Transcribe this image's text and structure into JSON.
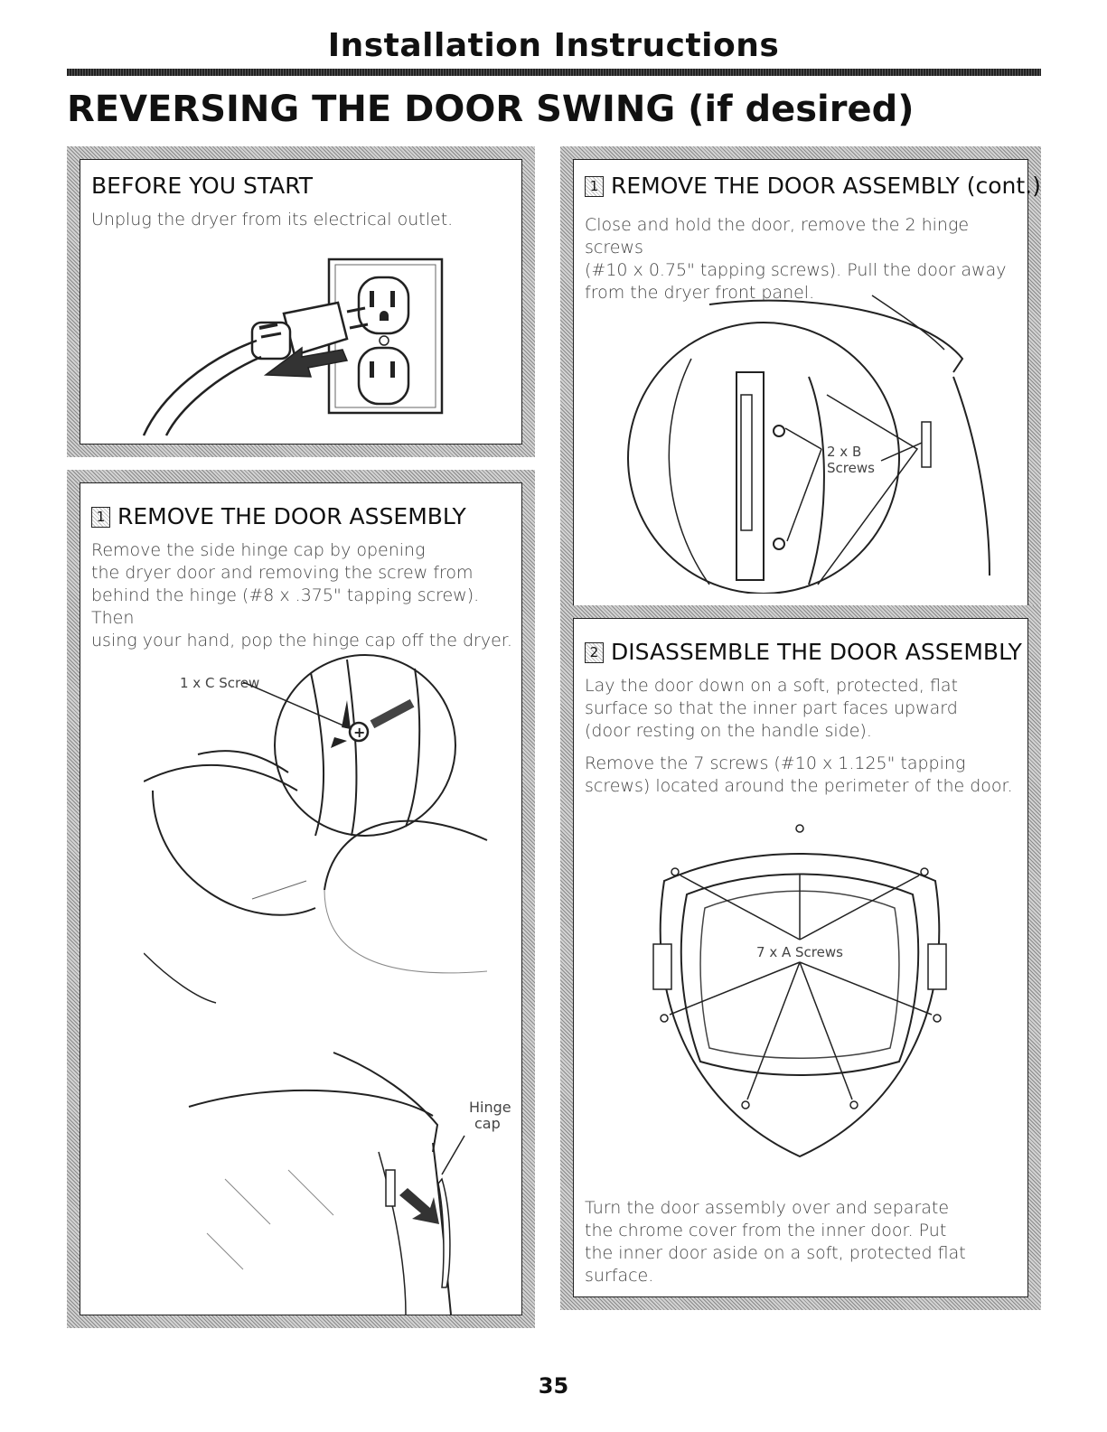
{
  "header": {
    "title": "Installation Instructions",
    "heading": "REVERSING THE DOOR SWING (if desired)"
  },
  "before_start": {
    "title": "BEFORE YOU START",
    "text": "Unplug the dryer from its electrical outlet."
  },
  "remove_door": {
    "step": "1",
    "title": "REMOVE THE DOOR ASSEMBLY",
    "lines": [
      "Remove the side hinge cap by opening",
      "the dryer door and removing the screw from",
      "behind the hinge (#8 x .375\" tapping screw). Then",
      "using your hand, pop the hinge cap off the dryer."
    ],
    "label_screw": "1 x C Screw",
    "label_hinge": "Hinge",
    "label_cap": "cap"
  },
  "remove_door_cont": {
    "step": "1",
    "title": "REMOVE THE DOOR ASSEMBLY (cont.)",
    "lines": [
      "Close and hold the door, remove the 2 hinge screws",
      "(#10 x 0.75\" tapping screws). Pull the door away",
      "from the dryer front panel."
    ],
    "label_count": "2 x B",
    "label_screws": "Screws"
  },
  "disassemble": {
    "step": "2",
    "title": "DISASSEMBLE THE DOOR ASSEMBLY",
    "para1": [
      "Lay the door down on a soft, protected, flat",
      "surface so that the inner part faces upward",
      "(door resting on the handle side)."
    ],
    "para2": [
      "Remove the 7 screws (#10 x 1.125\" tapping",
      "screws) located around the perimeter of the door."
    ],
    "label_screws": "7 x A Screws",
    "para3": [
      "Turn the door assembly over and separate",
      "the chrome cover from the inner door. Put",
      "the inner door aside on a soft, protected flat",
      "surface."
    ]
  },
  "page_number": "35"
}
